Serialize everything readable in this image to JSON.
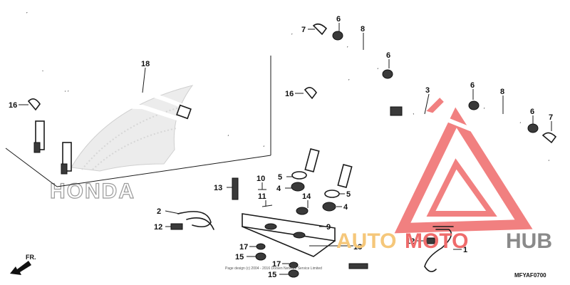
{
  "diagram": {
    "callouts": {
      "c18": "18",
      "c16a": "16",
      "c7a": "7",
      "c6a": "6",
      "c8a": "8",
      "c6b": "6",
      "c3": "3",
      "c16b": "16",
      "c6c": "6",
      "c8b": "8",
      "c6d": "6",
      "c7b": "7",
      "c10": "10",
      "c11": "11",
      "c5a": "5",
      "c4a": "4",
      "c13a": "13",
      "c14": "14",
      "c5b": "5",
      "c4b": "4",
      "c2": "2",
      "c12a": "12",
      "c9": "9",
      "c17a": "17",
      "c15a": "15",
      "c17b": "17",
      "c15b": "15",
      "c13b": "13",
      "c12b": "12",
      "c1": "1"
    },
    "brand_logo_text": "HONDA",
    "diagram_code": "MFYAF0700",
    "direction_label": "FR.",
    "copyright_fragment": "Page design (c) 2004 - 2016 Dorsen Network Service Limited",
    "watermark": {
      "auto": "AUTO",
      "moto": "MOTO",
      "hub": "HUB"
    },
    "colors": {
      "line": "#1a1a1a",
      "watermark_red": "#ef6b6b",
      "watermark_orange": "#f5c77a",
      "watermark_gray": "#8a8a8a"
    }
  }
}
